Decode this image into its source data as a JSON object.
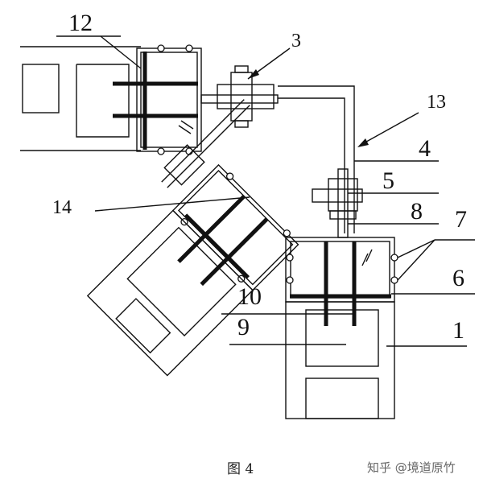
{
  "figure": {
    "labels": {
      "l1": "1",
      "l3": "3",
      "l4": "4",
      "l5": "5",
      "l6": "6",
      "l7": "7",
      "l8": "8",
      "l9": "9",
      "l10": "10",
      "l12": "12",
      "l13": "13",
      "l14": "14"
    },
    "caption": "图 4",
    "watermark": "知乎 @境道原竹"
  }
}
